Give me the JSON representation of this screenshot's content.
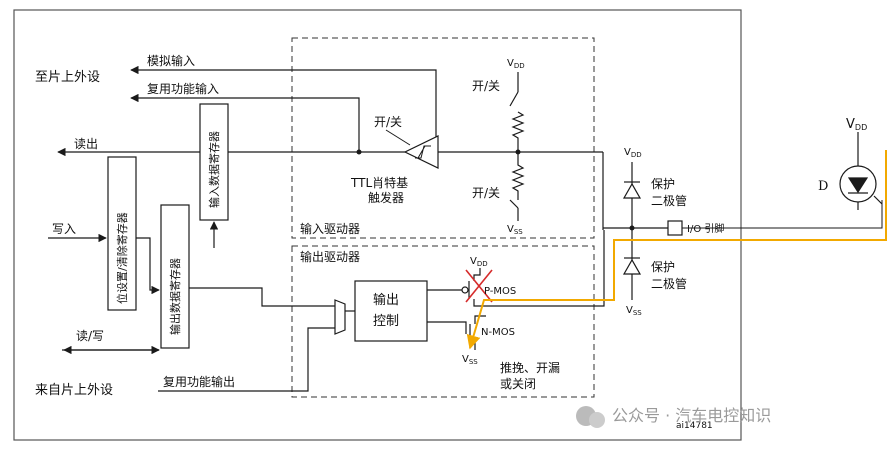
{
  "labels": {
    "analog_input": "模拟输入",
    "alt_func_input": "复用功能输入",
    "to_onchip_periph": "至片上外设",
    "read_out": "读出",
    "write_in": "写入",
    "read_write": "读/写",
    "from_onchip_periph": "来自片上外设",
    "alt_func_output": "复用功能输出",
    "bsrr": "位设置/清除寄存器",
    "input_data_reg": "输入数据寄存器",
    "output_data_reg": "输出数据寄存器",
    "input_driver": "输入驱动器",
    "output_driver": "输出驱动器",
    "onoff_1": "开/关",
    "onoff_2": "开/关",
    "onoff_3": "开/关",
    "ttl_line1": "TTL肖特基",
    "ttl_line2": "触发器",
    "output_ctrl_line1": "输出",
    "output_ctrl_line2": "控制",
    "pmos": "P-MOS",
    "nmos": "N-MOS",
    "vdd": "V",
    "vdd_sub": "DD",
    "vss": "V",
    "vss_sub": "SS",
    "protect_line1": "保护",
    "protect_line2": "二极管",
    "io_pin": "I/O 引脚",
    "pushpull_line1": "推挽、开漏",
    "pushpull_line2": "或关闭",
    "led_label": "D",
    "figure_id": "ai14781",
    "watermark": "公众号 · 汽车电控知识"
  },
  "colors": {
    "line": "#1a1a1a",
    "dashed": "#333333",
    "highlight": "#f2a900",
    "cross": "#d62b2b",
    "watermark": "#9a9a9a"
  }
}
